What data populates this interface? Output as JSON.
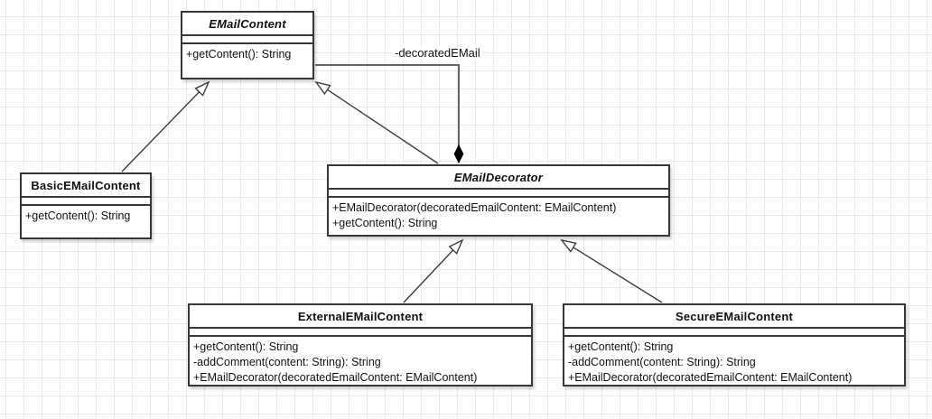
{
  "diagram": {
    "kind": "uml-class-diagram",
    "colors": {
      "background": "#ffffff",
      "grid": "#e9e9e9",
      "box_border": "#373737",
      "generalization_line": "#3f3f3f",
      "composition_line": "#666666",
      "diamond_fill": "#000000",
      "text": "#111111"
    }
  },
  "classes": [
    {
      "name": "EMailContent",
      "abstract": true,
      "attributes": [],
      "methods": [
        "+getContent(): String"
      ]
    },
    {
      "name": "BasicEMailContent",
      "abstract": false,
      "attributes": [],
      "methods": [
        "+getContent(): String"
      ]
    },
    {
      "name": "EMailDecorator",
      "abstract": true,
      "attributes": [],
      "methods": [
        "+EMailDecorator(decoratedEmailContent: EMailContent)",
        "+getContent(): String"
      ]
    },
    {
      "name": "ExternalEMailContent",
      "abstract": false,
      "attributes": [],
      "methods": [
        "+getContent(): String",
        "-addComment(content: String): String",
        "+EMailDecorator(decoratedEmailContent: EMailContent)"
      ]
    },
    {
      "name": "SecureEMailContent",
      "abstract": false,
      "attributes": [],
      "methods": [
        "+getContent(): String",
        "-addComment(content: String): String",
        "+EMailDecorator(decoratedEmailContent: EMailContent)"
      ]
    }
  ],
  "relations": [
    {
      "type": "generalization",
      "from": "BasicEMailContent",
      "to": "EMailContent",
      "label": ""
    },
    {
      "type": "generalization",
      "from": "EMailDecorator",
      "to": "EMailContent",
      "label": ""
    },
    {
      "type": "composition",
      "from": "EMailDecorator",
      "to": "EMailContent",
      "label": "-decoratedEMail"
    },
    {
      "type": "generalization",
      "from": "ExternalEMailContent",
      "to": "EMailDecorator",
      "label": ""
    },
    {
      "type": "generalization",
      "from": "SecureEMailContent",
      "to": "EMailDecorator",
      "label": ""
    }
  ]
}
